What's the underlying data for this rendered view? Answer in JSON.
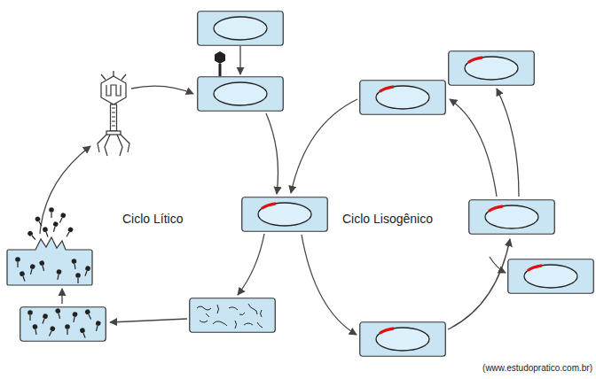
{
  "diagram": {
    "labels": [
      "Ciclo Lítico",
      "Ciclo Lisogênico",
      "(www.estudopratico.com.br)"
    ]
  }
}
